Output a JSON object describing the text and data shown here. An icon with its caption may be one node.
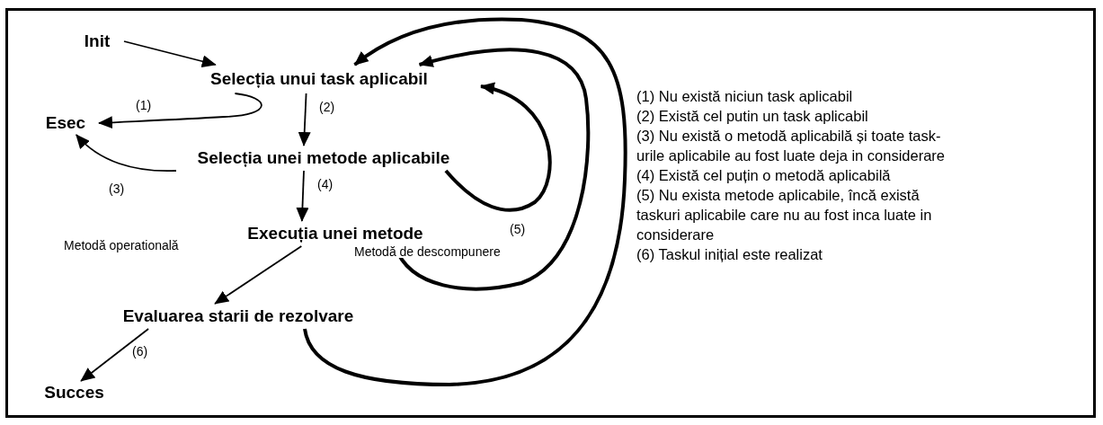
{
  "diagram": {
    "nodes": [
      {
        "text": [
          "Init"
        ]
      },
      {
        "text": [
          "Selecția unui task aplicabil"
        ]
      },
      {
        "text": [
          "Esec"
        ]
      },
      {
        "text": [
          "Selecția unei metode aplicabile"
        ]
      },
      {
        "text": [
          "Execuția unei metode"
        ]
      },
      {
        "text": [
          "Evaluarea starii de rezolvare"
        ]
      },
      {
        "text": [
          "Succes"
        ]
      }
    ],
    "edges": [
      {
        "from": 0,
        "to": 1,
        "arrow": "to"
      },
      {
        "from": 1,
        "to": 2,
        "arrow": "to",
        "label": "(1)"
      },
      {
        "from": 1,
        "to": 3,
        "arrow": "to",
        "label": "(2)"
      },
      {
        "from": 3,
        "to": 2,
        "arrow": "to",
        "label": "(3)"
      },
      {
        "from": 3,
        "to": 4,
        "arrow": "to",
        "label": "(4)"
      },
      {
        "from": 3,
        "to": 1,
        "arrow": "to",
        "label": "(5)",
        "style": "thick"
      },
      {
        "from": 4,
        "to": 5,
        "arrow": "to",
        "label": "Metodă operatională"
      },
      {
        "from": 4,
        "to": 1,
        "arrow": "to",
        "label": "Metodă de descompunere",
        "style": "thick"
      },
      {
        "from": 5,
        "to": 1,
        "arrow": "to",
        "style": "thick"
      },
      {
        "from": 5,
        "to": 6,
        "arrow": "to",
        "label": "(6)"
      }
    ],
    "labels": [
      "(1) Nu există niciun task aplicabil",
      "(2) Există cel putin un task aplicabil",
      "(3) Nu există o metodă aplicabilă și toate task-urile aplicabile au fost luate deja in considerare",
      "(4) Există cel puțin o metodă aplicabilă",
      "(5) Nu exista metode aplicabile, încă există taskuri aplicabile care nu au fost inca luate in considerare",
      "(6) Taskul inițial este realizat"
    ]
  }
}
